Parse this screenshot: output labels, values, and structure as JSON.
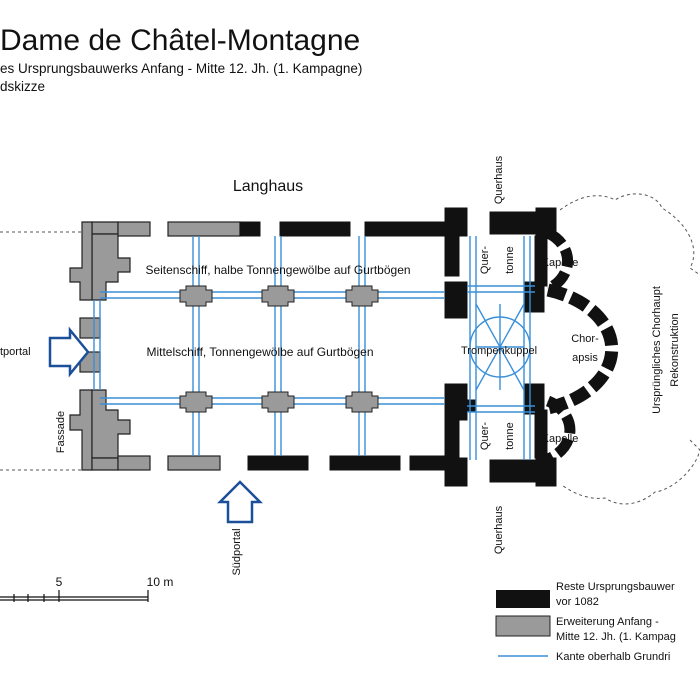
{
  "header": {
    "title": "Dame de Châtel-Montagne",
    "subtitle": "es Ursprungsbauwerks Anfang - Mitte 12. Jh. (1. Kampagne)",
    "subtitle2": "dskizze"
  },
  "plan": {
    "langhaus": "Langhaus",
    "seitenschiff": "Seitenschiff, halbe Tonnengewölbe auf Gurtbögen",
    "mittelschiff": "Mittelschiff, Tonnengewölbe auf Gurtbögen",
    "trompenkuppel": "Trompenkuppel",
    "querhaus_top": "Querhaus",
    "querhaus_bottom": "Querhaus",
    "quertonne_top_1": "Quer-",
    "quertonne_top_2": "tonne",
    "quertonne_bottom_1": "Quer-",
    "quertonne_bottom_2": "tonne",
    "kapelle_top": "Kapelle",
    "kapelle_bottom": "Kapelle",
    "chorapsis_1": "Chor-",
    "chorapsis_2": "apsis",
    "chorhaupt_1": "Ursprüngliches Chorhaupt",
    "chorhaupt_2": "Rekonstruktion",
    "westportal": "tportal",
    "fassade": "Fassade",
    "suedportal": "Südportal"
  },
  "scale": {
    "label_5": "5",
    "label_10": "10 m"
  },
  "legend": {
    "item1_line1": "Reste Ursprungsbauwer",
    "item1_line2": "vor 1082",
    "item2_line1": "Erweiterung  Anfang -",
    "item2_line2": "Mitte 12. Jh. (1. Kampag",
    "item3_line1": "Kante oberhalb Grundri",
    "colors": {
      "original": "#000000",
      "extension": "#9a9a9a",
      "edge": "#3a8fd8"
    }
  }
}
